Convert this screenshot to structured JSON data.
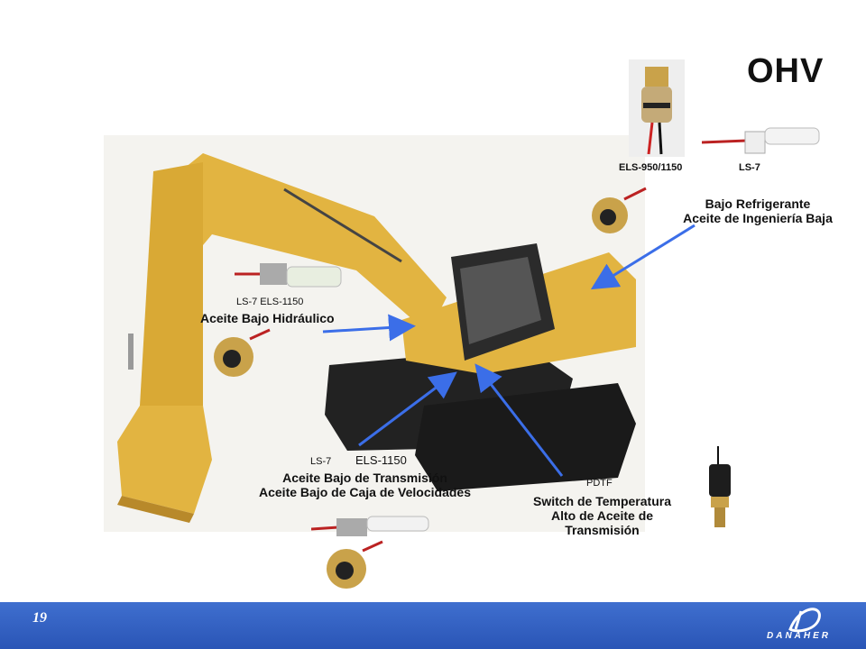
{
  "title": "OHV",
  "labels": {
    "top_left_sensor": "ELS-950/1150",
    "top_right_sensor": "LS-7",
    "coolant_line1": "Bajo Refrigerante",
    "coolant_line2": "Aceite de Ingeniería Baja",
    "hyd_codes": "LS-7 ELS-1150",
    "hyd_label": "Aceite Bajo Hidráulico",
    "trans_code_a": "LS-7",
    "trans_code_b": "ELS-1150",
    "trans_line1": "Aceite Bajo de Transmisión",
    "trans_line2": "Aceite Bajo de Caja de Velocidades",
    "pdtf_code": "PDTF",
    "pdtf_line1": "Switch de Temperatura",
    "pdtf_line2": "Alto de Aceite de",
    "pdtf_line3": "Transmisión"
  },
  "footer": {
    "page_number": "19",
    "brand": "DANAHER"
  },
  "colors": {
    "arrow": "#3b6ee8",
    "excavator": "#e2b441",
    "footer": "#2f5fc4"
  }
}
